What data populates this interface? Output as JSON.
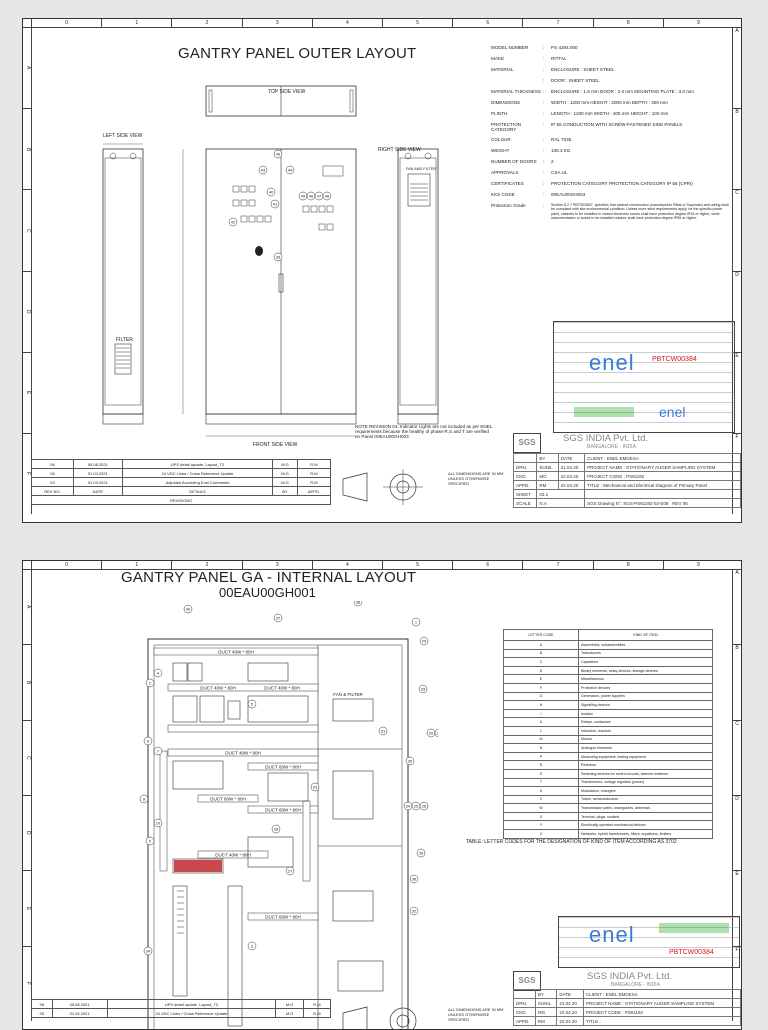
{
  "sheet1": {
    "ruler_cols": [
      "0",
      "1",
      "2",
      "3",
      "4",
      "5",
      "6",
      "7",
      "8",
      "9"
    ],
    "ruler_rows": [
      "A",
      "B",
      "C",
      "D",
      "E",
      "F"
    ],
    "title": "GANTRY PANEL OUTER LAYOUT",
    "views": {
      "top": "TOP SIDE VIEW",
      "left": "LEFT SIDE VIEW",
      "right": "RIGHT SIDE VIEW",
      "front": "FRONT SIDE VIEW",
      "filter": "FILTER",
      "fan_filter": "FAN AND FILTER"
    },
    "callouts": [
      "49",
      "43",
      "44",
      "40",
      "41",
      "45",
      "46",
      "47",
      "48",
      "42",
      "39"
    ],
    "specs": [
      {
        "k": "MODEL NUMBER",
        "v": "PS 4284.000"
      },
      {
        "k": "MAKE",
        "v": "RITTAL"
      },
      {
        "k": "MATERIAL",
        "v": "ENCLOSURE : SHEET STEEL"
      },
      {
        "k": "",
        "v": "DOOR : SHEET STEEL"
      },
      {
        "k": "MATERIAL THICKNESS",
        "v": "ENCLOSURE : 1.5 mm  DOOR : 2.0 mm  MOUNTING PLATE : 3.0 mm"
      },
      {
        "k": "DIMENSIONS",
        "v": "WIDTH : 1200 mm  HEIGHT : 2000 mm  DEPTH : 400 mm"
      },
      {
        "k": "PLINTH",
        "v": "LENGTH : 1200 mm  WIDTH : 400 mm  HEIGHT : 100 mm"
      },
      {
        "k": "PROTECTION CATEGORY",
        "v": "IP 55 CONDUCTION WITH SCREW-FASTENED SIDE PANELS"
      },
      {
        "k": "COLOUR",
        "v": "RAL 7035"
      },
      {
        "k": "WEIGHT",
        "v": "139.3 KG"
      },
      {
        "k": "NUMBER OF DOORS",
        "v": "2"
      },
      {
        "k": "APPROVALS",
        "v": "CSA UL"
      },
      {
        "k": "CERTIFICATES",
        "v": "PROTECTION CATEGORY  PROTECTION CATEGORY IP 55 (CPRI)"
      },
      {
        "k": "KKS CODE",
        "v": "00EAU00GH003"
      },
      {
        "k": "Protection Grade",
        "v": "Section 6.2.7 PBTSE5507, specifies that cabinet construction (manufacturer Rittal or Sayonder) and wiring shall be compliant with site environmental condition. Unless more strict requirements apply, for the specific power plant, cabinets to be installed in closed electronic rooms shall have protection degree IP43 or higher, while instrumentation or boxes to be installed outdoor shall have protection degree IP55 or higher."
      }
    ],
    "note": "NOTE REVISION 04: Indicator Lights are not included as per ENEL requirements because the healthy of phase R,S and T are verified on Panel 00EAU00GH003",
    "revisions": [
      {
        "no": "06",
        "date": "05.08.2021",
        "details": "UPS detail update, Layout_T2",
        "by": "M.G",
        "appd": "R.M"
      },
      {
        "no": "05",
        "date": "01.04.2021",
        "details": "24 VDC Lines / Cross Reference Update",
        "by": "M.G",
        "appd": "R.M"
      },
      {
        "no": "04",
        "date": "01.03.2021",
        "details": "Adjusted According Enel Comments",
        "by": "M.G",
        "appd": "R.M"
      }
    ],
    "rev_header": {
      "no": "REV NO.",
      "date": "DATE",
      "details": "DETAILS",
      "by": "BY",
      "appd": "APPD."
    },
    "revisions_label": "REVISIONS",
    "dims_note": "ALL DIMENSIONS ARE IN MM UNLESS OTHERWISE SPECIFIED",
    "company": "SGS INDIA Pvt. Ltd.",
    "city": "BANGALORE - INDIA",
    "tb": {
      "by": "BY",
      "date": "DATE",
      "client": "CLIENT : ENEL EMGESA",
      "drn": "DRN.",
      "drn_by": "SUNIL",
      "drn_date": "21.04.20",
      "project_name": "PROJECT  NAME : STATIONARY AUGER SAMPLING SYSTEM",
      "ckd": "CKD.",
      "ckd_by": "MG",
      "ckd_date": "22.04.20",
      "project_code": "PROJECT  CODE : PS61192",
      "appd": "APPD.",
      "appd_by": "RM",
      "appd_date": "22.04.20",
      "title_label": "TITLE :",
      "title": "Mechanical and Electrical Diagram of Primary Panel",
      "sheet": "SHEET",
      "sheet_no": "03.1",
      "scale": "SCALE",
      "scale_val": "N.A",
      "drawing_no": "SGS Drawing N°:  SGS-PS61192-02-E08",
      "rev": "REV",
      "rev_no": "06"
    },
    "logo_text": "enel",
    "logo_code": "PBTCW00384"
  },
  "sheet2": {
    "title": "GANTRY PANEL GA - INTERNAL LAYOUT",
    "subtitle": "00EAU00GH001",
    "ducts": [
      "DUCT 40W * 80H",
      "DUCT 40W * 80H",
      "DUCT 40W * 80H",
      "DUCT 40W * 80H",
      "DUCT 60W * 80H",
      "DUCT 60W * 80H",
      "DUCT 60W * 80H",
      "DUCT 40W * 80H",
      "DUCT 60W * 80H"
    ],
    "fan_filter": "FAN & FILTER",
    "callouts": [
      "49",
      "37",
      "38",
      "1",
      "4",
      "2",
      "5",
      "29",
      "33",
      "6",
      "31",
      "20",
      "21",
      "22",
      "7",
      "30",
      "8",
      "23",
      "24",
      "25",
      "26",
      "10",
      "28",
      "9",
      "27",
      "35",
      "34",
      "36",
      "32",
      "3"
    ],
    "letter_table_header": [
      "LETTER CODE",
      "KIND OF ITEM"
    ],
    "letter_table": [
      [
        "A",
        "Assemblies, subassemblies"
      ],
      [
        "B",
        "Transducers"
      ],
      [
        "C",
        "Capacitors"
      ],
      [
        "D",
        "Binary elements, delay devices, storage devices"
      ],
      [
        "E",
        "Miscellaneous"
      ],
      [
        "F",
        "Protective devices"
      ],
      [
        "G",
        "Generators, power supplies"
      ],
      [
        "H",
        "Signalling devices"
      ],
      [
        "I",
        "Isolator"
      ],
      [
        "K",
        "Relays, contactors"
      ],
      [
        "L",
        "Inductors, reactors"
      ],
      [
        "M",
        "Motors"
      ],
      [
        "N",
        "Analogue elements"
      ],
      [
        "P",
        "Measuring equipment, testing equipment"
      ],
      [
        "R",
        "Resistors"
      ],
      [
        "S",
        "Switching devices for control circuits, selector switches"
      ],
      [
        "T",
        "Transformers, voltage regulator (power)"
      ],
      [
        "U",
        "Modulators, changers"
      ],
      [
        "V",
        "Tubes, semiconductors"
      ],
      [
        "W",
        "Transmission paths, waveguides, antennas"
      ],
      [
        "X",
        "Terminal, plugs, sockets"
      ],
      [
        "Y",
        "Electrically operated mechanical devices"
      ],
      [
        "Z",
        "Networks, hybrid transformers, filters, equalizers, limiters"
      ]
    ],
    "table_caption": "TABLE: LETTER CODES FOR THE DESIGNATION OF KIND OF ITEM ACCORDING AS 3702",
    "revisions": [
      {
        "no": "06",
        "date": "05.08.2021",
        "details": "UPS detail update, Layout_T2",
        "by": "M.G",
        "appd": "R.M"
      },
      {
        "no": "05",
        "date": "01.04.2021",
        "details": "24 VDC Lines / Cross Reference Update",
        "by": "M.G",
        "appd": "R.M"
      }
    ],
    "dims_note": "ALL DIMENSIONS ARE IN MM UNLESS OTHERWISE SPECIFIED",
    "company": "SGS INDIA Pvt. Ltd.",
    "city": "BANGALORE - INDIA",
    "tb": {
      "by": "BY",
      "date": "DATE",
      "client": "CLIENT : ENEL EMGESA",
      "drn": "DRN.",
      "drn_by": "SUNIL",
      "drn_date": "21.04.20",
      "project_name": "PROJECT  NAME : STATIONARY AUGER SAMPLING SYSTEM",
      "ckd": "CKD.",
      "ckd_by": "MG",
      "ckd_date": "22.04.20",
      "project_code": "PROJECT  CODE : PS61192",
      "appd": "APPD.",
      "appd_by": "RM",
      "appd_date": "22.04.20",
      "title_label": "TITLE :"
    },
    "logo_text": "enel",
    "logo_code": "PBTCW00384"
  },
  "colors": {
    "enel_blue": "#3a7bd5",
    "logo_red": "#d81818",
    "logo_green": "#1aa01a",
    "line": "#333333"
  }
}
